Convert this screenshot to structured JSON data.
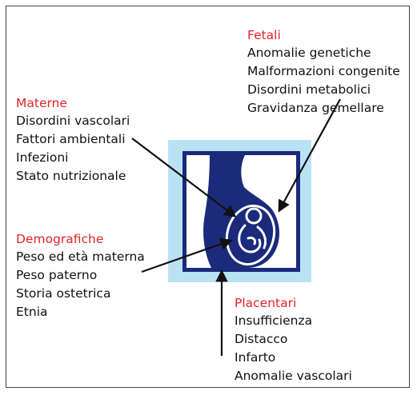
{
  "groups": {
    "fetali": {
      "title": "Fetali",
      "items": [
        "Anomalie genetiche",
        "Malformazioni congenite",
        "Disordini metabolici",
        "Gravidanza gemellare"
      ]
    },
    "materne": {
      "title": "Materne",
      "items": [
        "Disordini vascolari",
        "Fattori ambientali",
        "Infezioni",
        "Stato nutrizionale"
      ]
    },
    "demografiche": {
      "title": "Demografiche",
      "items": [
        "Peso ed età materna",
        "Peso paterno",
        "Storia ostetrica",
        "Etnia"
      ]
    },
    "placentari": {
      "title": "Placentari",
      "items": [
        "Insufficienza",
        "Distacco",
        "Infarto",
        "Anomalie vascolari"
      ]
    }
  },
  "colors": {
    "heading": "#e1242b",
    "text": "#111111",
    "illustration_blue": "#1b2a7b",
    "illustration_light": "#b9e3f5"
  }
}
